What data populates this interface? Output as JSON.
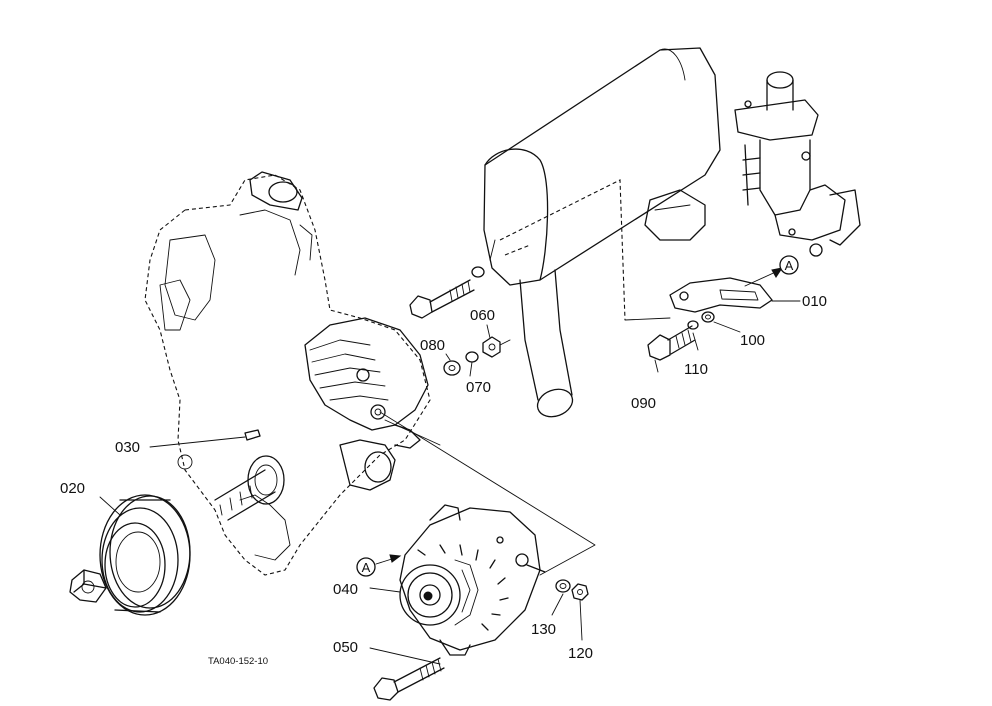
{
  "diagram": {
    "reference_code": "TA040-152-10",
    "view_marker": "A",
    "part_labels": {
      "p010": "010",
      "p020": "020",
      "p030": "030",
      "p040": "040",
      "p050": "050",
      "p060": "060",
      "p070": "070",
      "p080": "080",
      "p090": "090",
      "p100": "100",
      "p110": "110",
      "p120": "120",
      "p130": "130"
    }
  }
}
